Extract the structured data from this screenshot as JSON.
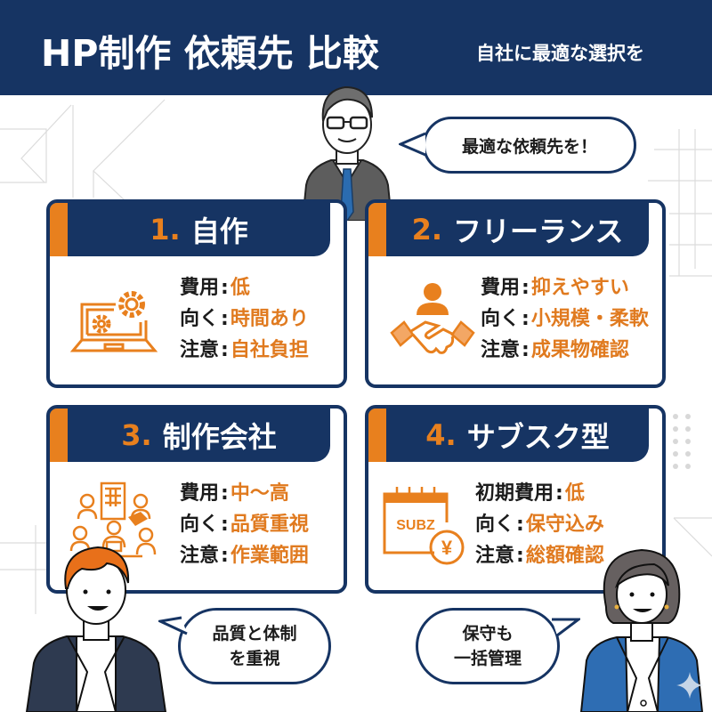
{
  "header": {
    "title": "HP制作 依頼先 比較",
    "subtitle": "自社に最適な選択を"
  },
  "speech": {
    "top": "最適な依頼先を！",
    "left_line1": "品質と体制",
    "left_line2": "を重視",
    "right_line1": "保守も",
    "right_line2": "一括管理"
  },
  "cards": [
    {
      "number": "1.",
      "title": "自作",
      "icon": "laptop-gears-icon",
      "rows": [
        {
          "label": "費用",
          "value": "低"
        },
        {
          "label": "向く",
          "value": "時間あり"
        },
        {
          "label": "注意",
          "value": "自社負担"
        }
      ]
    },
    {
      "number": "2.",
      "title": "フリーランス",
      "icon": "handshake-person-icon",
      "rows": [
        {
          "label": "費用",
          "value": "抑えやすい"
        },
        {
          "label": "向く",
          "value": "小規模・柔軟"
        },
        {
          "label": "注意",
          "value": "成果物確認"
        }
      ]
    },
    {
      "number": "3.",
      "title": "制作会社",
      "icon": "team-building-icon",
      "rows": [
        {
          "label": "費用",
          "value": "中〜高"
        },
        {
          "label": "向く",
          "value": "品質重視"
        },
        {
          "label": "注意",
          "value": "作業範囲"
        }
      ]
    },
    {
      "number": "4.",
      "title": "サブスク型",
      "icon": "calendar-yen-icon",
      "icon_text": "SUBZ",
      "icon_symbol": "¥",
      "rows": [
        {
          "label": "初期費用",
          "value": "低"
        },
        {
          "label": "向く",
          "value": "保守込み"
        },
        {
          "label": "注意",
          "value": "総額確認"
        }
      ]
    }
  ],
  "colors": {
    "navy": "#163463",
    "orange": "#e8801e",
    "text": "#1b1b1b"
  }
}
